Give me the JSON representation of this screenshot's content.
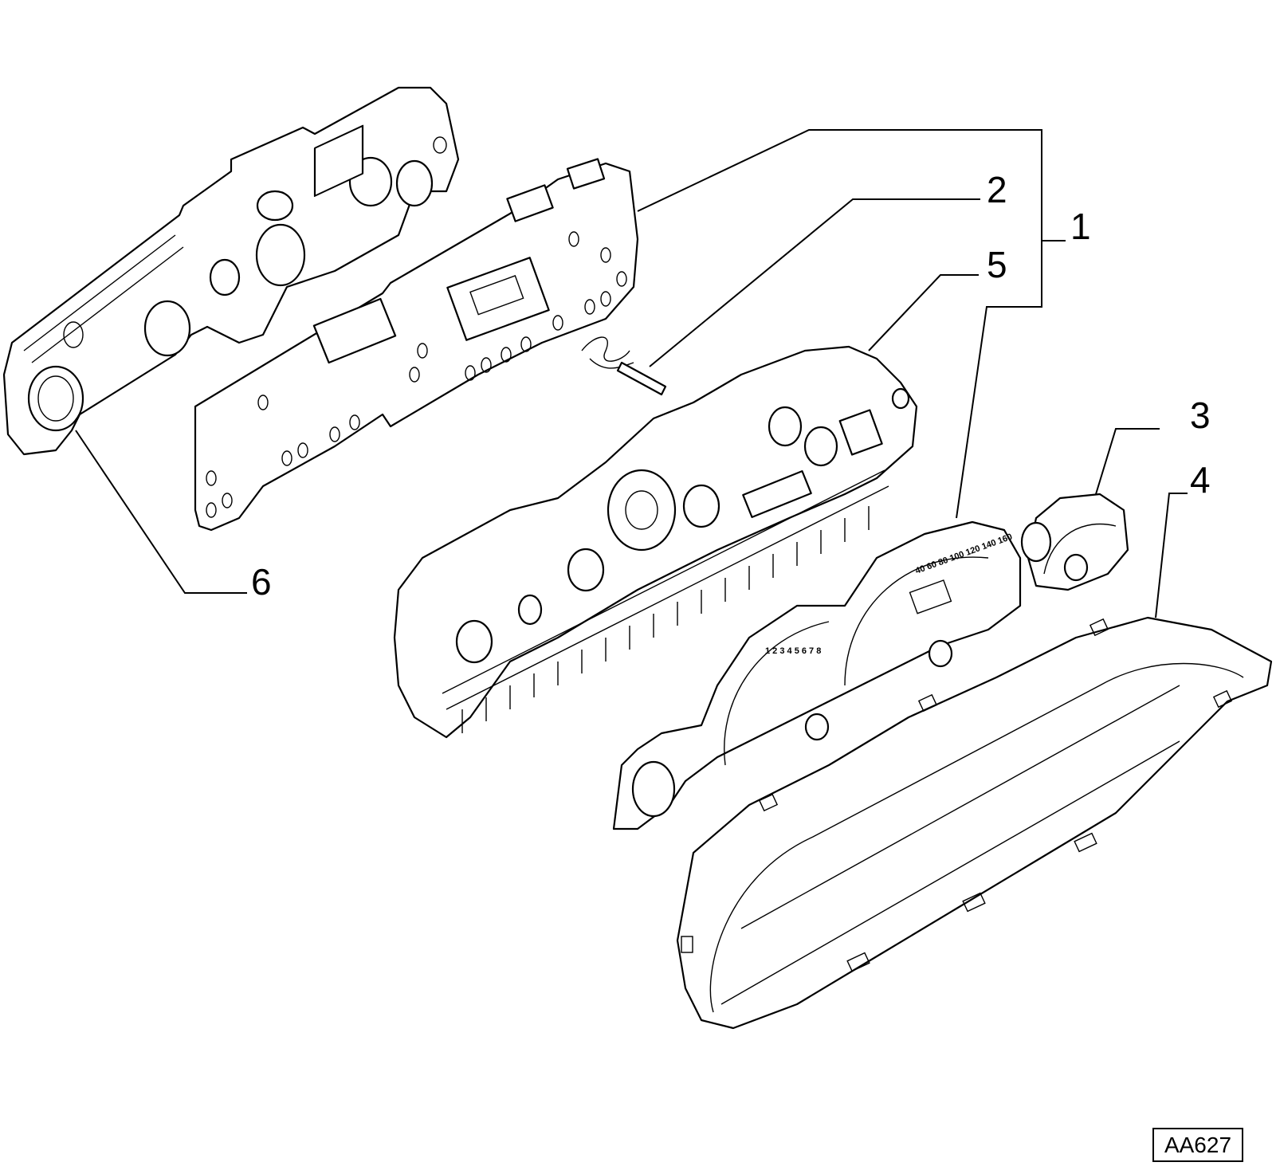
{
  "callouts": [
    {
      "id": "1",
      "label": "1"
    },
    {
      "id": "2",
      "label": "2"
    },
    {
      "id": "3",
      "label": "3"
    },
    {
      "id": "4",
      "label": "4"
    },
    {
      "id": "5",
      "label": "5"
    },
    {
      "id": "6",
      "label": "6"
    }
  ],
  "drawing_code": "AA627",
  "colors": {
    "line": "#000000",
    "background": "#ffffff"
  }
}
